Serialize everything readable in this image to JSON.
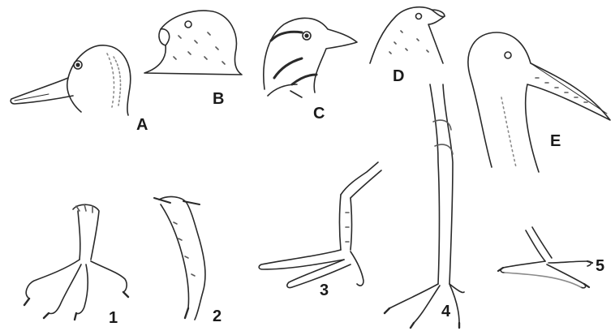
{
  "heads": [
    {
      "label": "A",
      "icon": "duck-head"
    },
    {
      "label": "B",
      "icon": "hawk-head"
    },
    {
      "label": "C",
      "icon": "woodpecker-head"
    },
    {
      "label": "D",
      "icon": "finch-head"
    },
    {
      "label": "E",
      "icon": "stork-head"
    }
  ],
  "feet": [
    {
      "label": "1",
      "icon": "raptor-foot"
    },
    {
      "label": "2",
      "icon": "climbing-foot"
    },
    {
      "label": "3",
      "icon": "perching-foot"
    },
    {
      "label": "4",
      "icon": "wading-foot"
    },
    {
      "label": "5",
      "icon": "webbed-foot"
    }
  ],
  "colors": {
    "ink": "#2a2a2a",
    "shade": "#8a8a8a",
    "background": "#ffffff"
  }
}
